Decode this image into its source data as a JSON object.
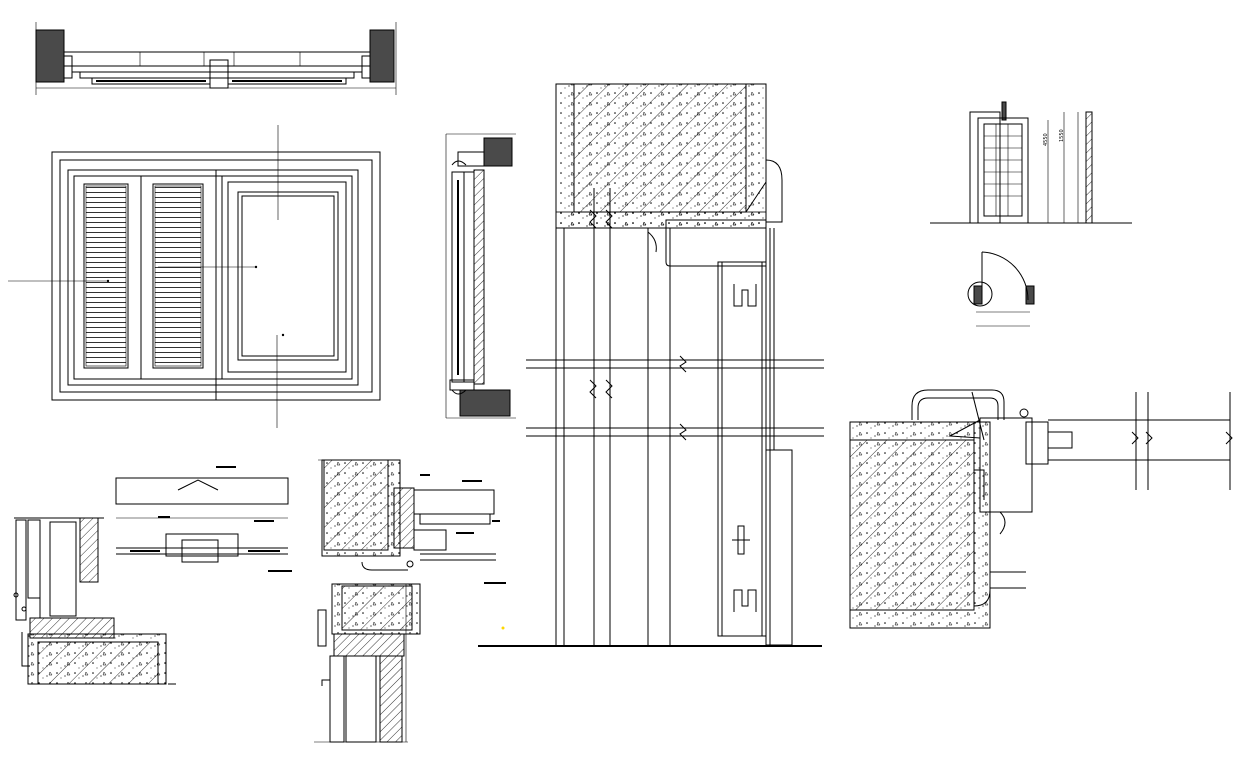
{
  "drawing": {
    "background": "#ffffff",
    "line_color": "#000000",
    "accent_dot_color": "#ffd700"
  },
  "elevation_dimensions": [
    "4550",
    "1550"
  ],
  "views": [
    "top-plan-section",
    "window-elevation",
    "vertical-section-small",
    "door-jamb-section-large",
    "door-elevation",
    "door-swing-plan",
    "door-plan-section-large",
    "sill-detail",
    "transom-detail",
    "head-detail",
    "threshold-detail"
  ]
}
